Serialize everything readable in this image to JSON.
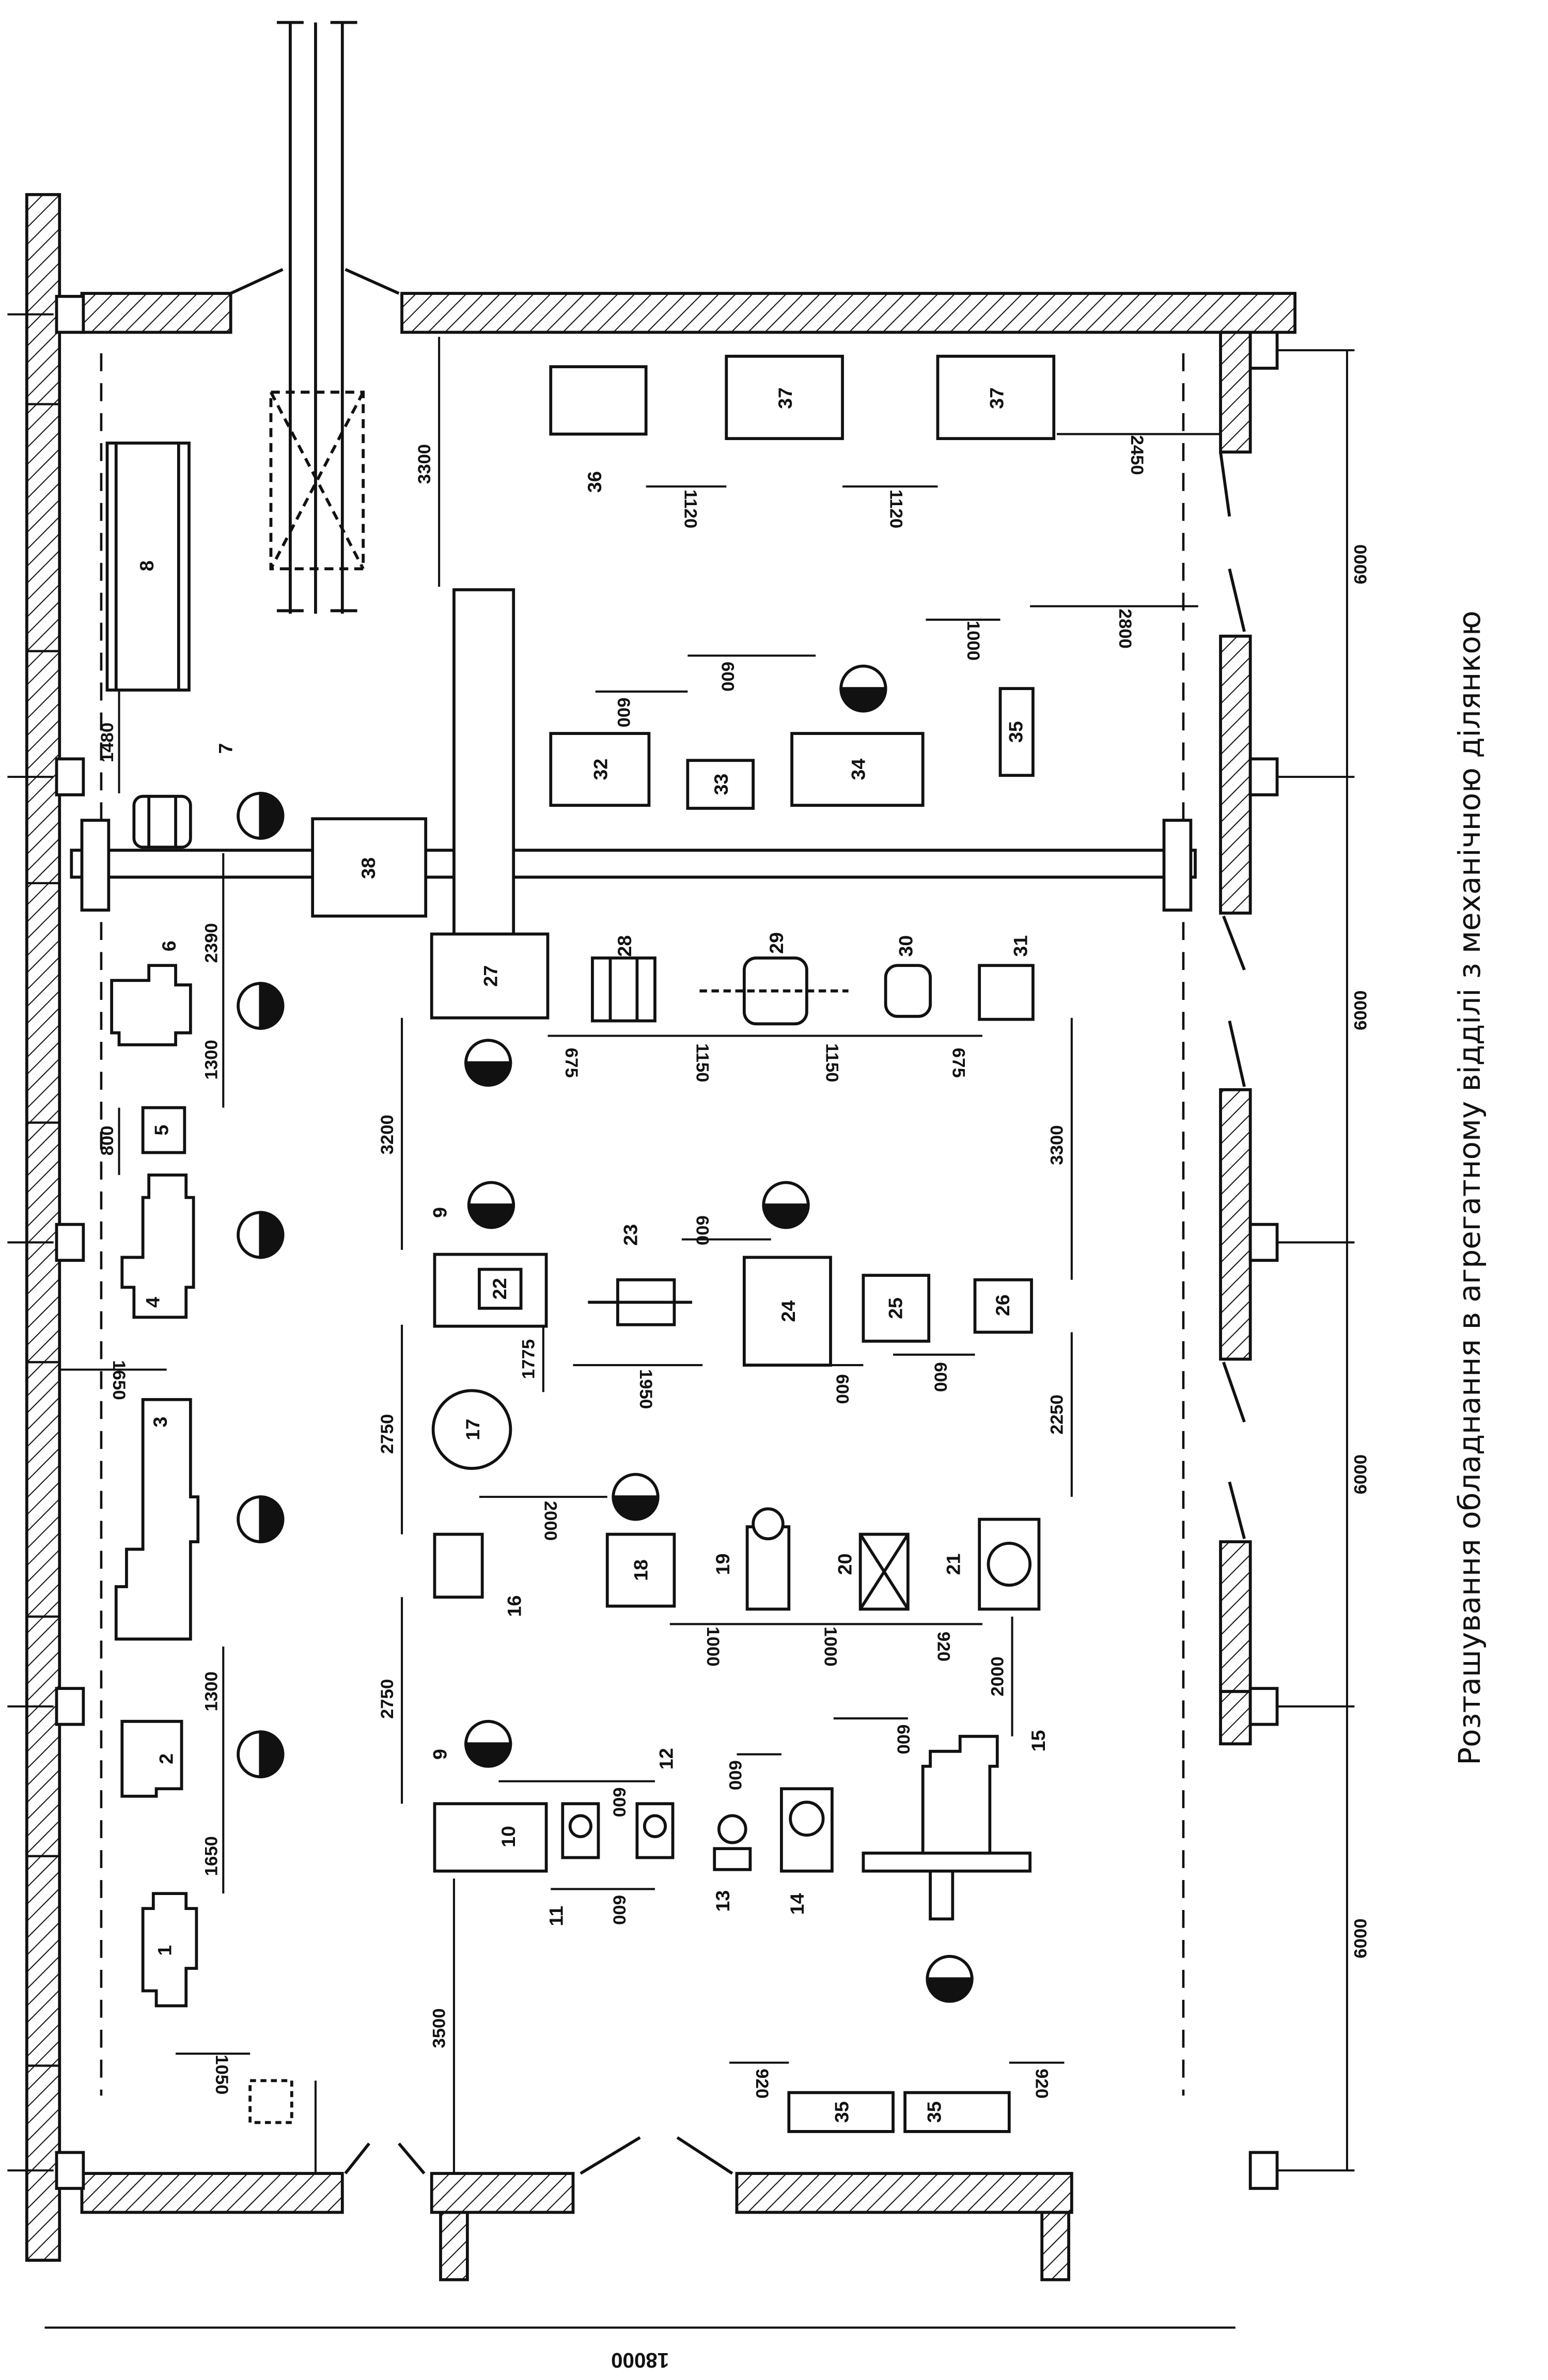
{
  "caption": "Розташування обладнання в агрегатному відділі з механічною ділянкою",
  "overall_dimension": "18000",
  "bay_dimensions": [
    "6000",
    "6000",
    "6000",
    "6000"
  ],
  "numbers": {
    "n1": "1",
    "n2": "2",
    "n3": "3",
    "n4": "4",
    "n5": "5",
    "n6": "6",
    "n7": "7",
    "n8": "8",
    "n9a": "9",
    "n9b": "9",
    "n10": "10",
    "n11": "11",
    "n12": "12",
    "n13": "13",
    "n14": "14",
    "n15": "15",
    "n16": "16",
    "n17": "17",
    "n18": "18",
    "n19": "19",
    "n20": "20",
    "n21": "21",
    "n22": "22",
    "n23": "23",
    "n24": "24",
    "n25": "25",
    "n26": "26",
    "n27": "27",
    "n28": "28",
    "n29": "29",
    "n30": "30",
    "n31": "31",
    "n32": "32",
    "n33": "33",
    "n34": "34",
    "n35a": "35",
    "n35b": "35",
    "n35c": "35",
    "n36": "36",
    "n37a": "37",
    "n37b": "37",
    "n38": "38"
  },
  "dims": {
    "d3300_top": "3300",
    "d1480": "1480",
    "d2390": "2390",
    "d1300_a": "1300",
    "d800": "800",
    "d1650_a": "1650",
    "d1300_b": "1300",
    "d1650_b": "1650",
    "d1050": "1050",
    "d3200": "3200",
    "d2750_a": "2750",
    "d2750_b": "2750",
    "d3500": "3500",
    "d675_a": "675",
    "d1150_a": "1150",
    "d1150_b": "1150",
    "d675_b": "675",
    "d3300_r": "3300",
    "d600_23": "600",
    "d1775": "1775",
    "d1950": "1950",
    "d600_24": "600",
    "d600_25": "600",
    "d2250": "2250",
    "d2000_a": "2000",
    "d1000_a": "1000",
    "d1000_b": "1000",
    "d920_a": "920",
    "d2000_b": "2000",
    "d600_12": "600",
    "d600_11": "600",
    "d600_13": "600",
    "d600_15": "600",
    "d920_b": "920",
    "d920_c": "920",
    "d600_32": "600",
    "d600_33": "600",
    "d1000_c": "1000",
    "d2800": "2800",
    "d1120_a": "1120",
    "d1120_b": "1120",
    "d2450": "2450"
  }
}
